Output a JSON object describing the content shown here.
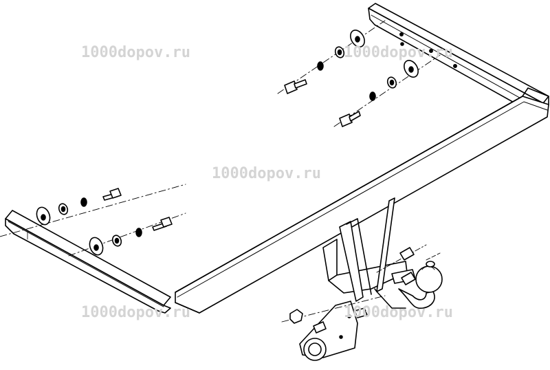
{
  "watermarks": [
    "1000dopov.ru",
    "1000dopov.ru",
    "1000dopov.ru",
    "1000dopov.ru",
    "1000dopov.ru"
  ],
  "colors": {
    "line": "#000000",
    "fill": "#ffffff",
    "watermark": "#d4d4d4"
  }
}
